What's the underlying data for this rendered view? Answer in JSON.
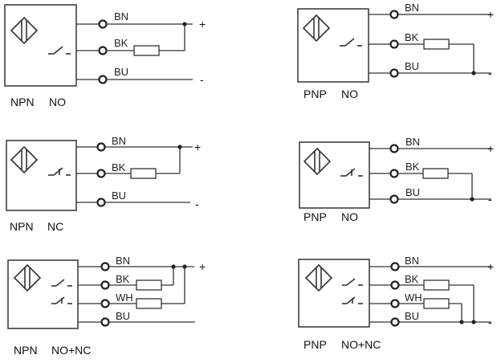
{
  "diagrams": [
    {
      "caption_type": "NPN",
      "caption_mode": "NO",
      "wires": [
        {
          "label": "BN",
          "sign": "+"
        },
        {
          "label": "BK",
          "sign": ""
        },
        {
          "label": "BU",
          "sign": "-"
        }
      ]
    },
    {
      "caption_type": "PNP",
      "caption_mode": "NO",
      "wires": [
        {
          "label": "BN",
          "sign": "+"
        },
        {
          "label": "BK",
          "sign": ""
        },
        {
          "label": "BU",
          "sign": "-"
        }
      ]
    },
    {
      "caption_type": "NPN",
      "caption_mode": "NC",
      "wires": [
        {
          "label": "BN",
          "sign": "+"
        },
        {
          "label": "BK",
          "sign": ""
        },
        {
          "label": "BU",
          "sign": "-"
        }
      ]
    },
    {
      "caption_type": "PNP",
      "caption_mode": "NO",
      "wires": [
        {
          "label": "BN",
          "sign": "+"
        },
        {
          "label": "BK",
          "sign": ""
        },
        {
          "label": "BU",
          "sign": "-"
        }
      ]
    },
    {
      "caption_type": "NPN",
      "caption_mode": "NO+NC",
      "wires": [
        {
          "label": "BN",
          "sign": "+"
        },
        {
          "label": "BK",
          "sign": ""
        },
        {
          "label": "WH",
          "sign": ""
        },
        {
          "label": "BU",
          "sign": ""
        }
      ]
    },
    {
      "caption_type": "PNP",
      "caption_mode": "NO+NC",
      "wires": [
        {
          "label": "BN",
          "sign": "+"
        },
        {
          "label": "BK",
          "sign": ""
        },
        {
          "label": "WH",
          "sign": ""
        },
        {
          "label": "BU",
          "sign": "-"
        }
      ]
    }
  ]
}
